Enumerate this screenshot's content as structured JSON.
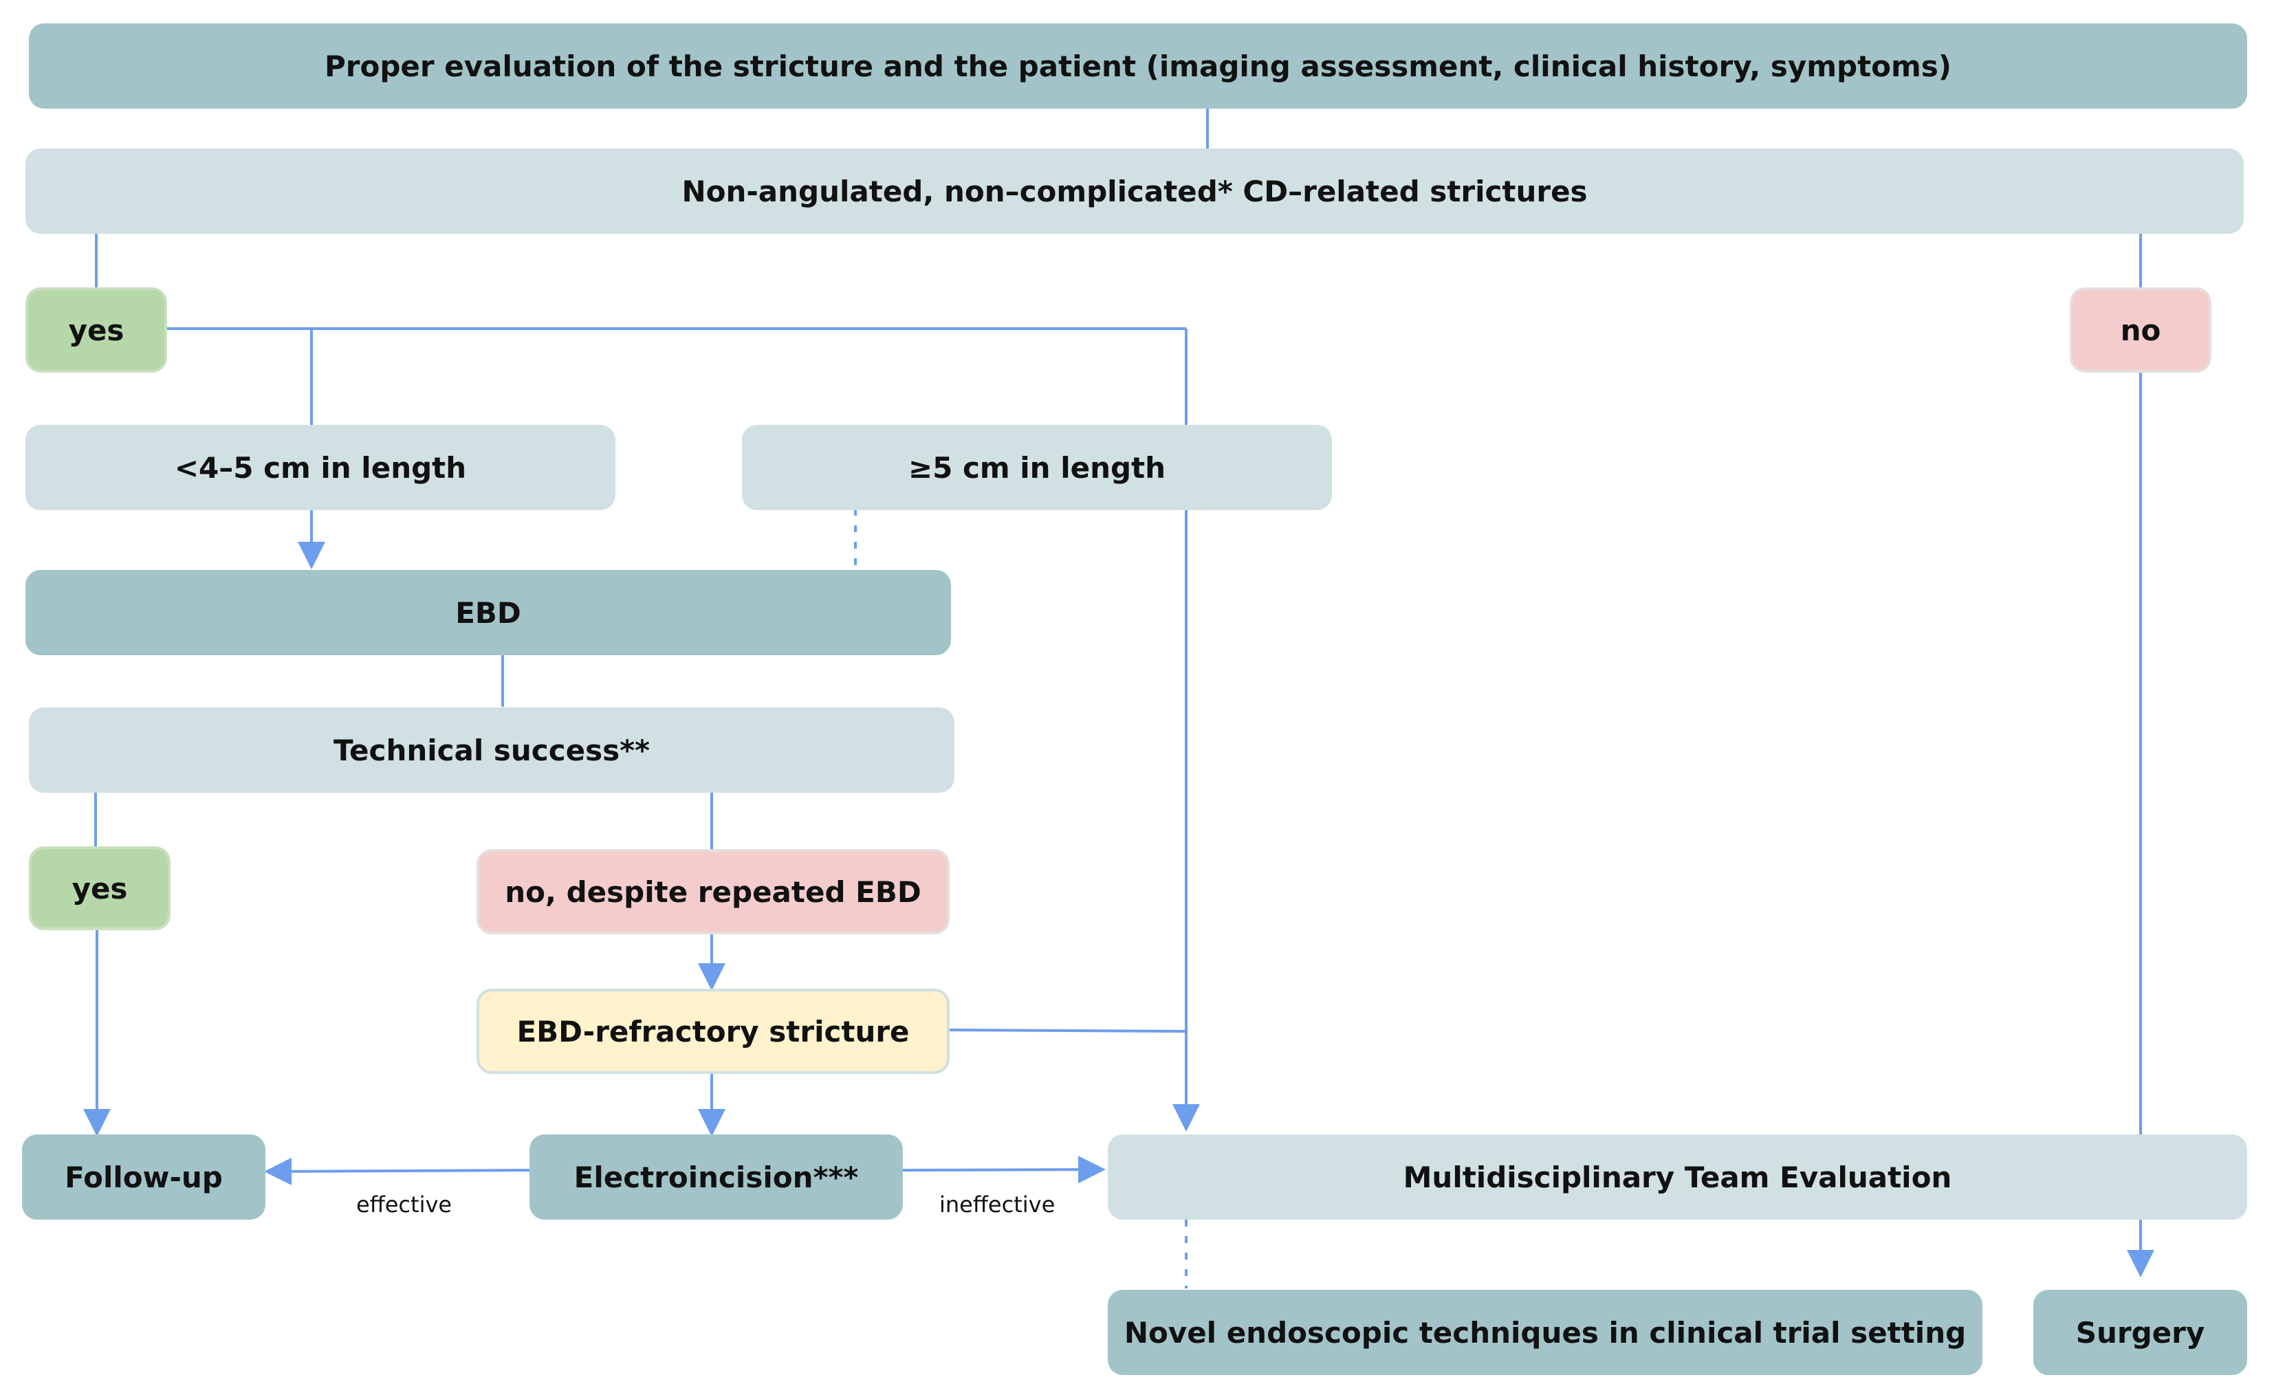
{
  "nodes": {
    "evaluation": "Proper evaluation of the stricture and the patient (imaging assessment, clinical history, symptoms)",
    "non_angulated": "Non-angulated, non–complicated* CD–related strictures",
    "yes_top": "yes",
    "no_top": "no",
    "short_length": "<4–5 cm in length",
    "long_length": "≥5 cm in length",
    "ebd": "EBD",
    "technical_success": "Technical success**",
    "yes_success": "yes",
    "no_repeated": "no, despite repeated EBD",
    "refractory": "EBD-refractory stricture",
    "follow_up": "Follow-up",
    "electroincision": "Electroincision***",
    "mdt": "Multidisciplinary Team Evaluation",
    "novel": "Novel endoscopic techniques in clinical trial setting",
    "surgery": "Surgery"
  },
  "edge_labels": {
    "effective": "effective",
    "ineffective": "ineffective"
  },
  "colors": {
    "dark_box": "#a2c4c9",
    "light_box": "#d0e0e3",
    "yes_box": "#b6d7a8",
    "no_box": "#f4cccc",
    "refractory_box": "#fff2cc",
    "connector": "#6d9eeb"
  }
}
